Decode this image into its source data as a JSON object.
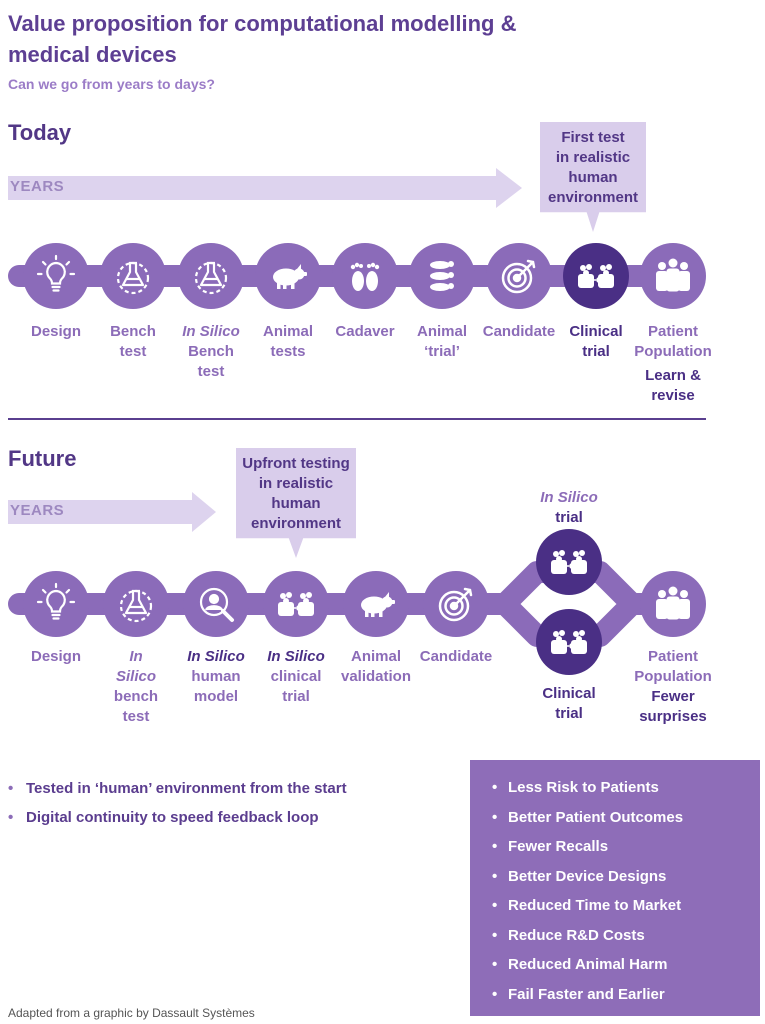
{
  "header": {
    "title": "Value proposition for computational modelling & medical devices",
    "subtitle": "Can we go from years to days?"
  },
  "today": {
    "heading": "Today",
    "years_label": "YEARS",
    "callout": [
      "First test",
      "in realistic",
      "human",
      "environment"
    ],
    "stages": {
      "design": "Design",
      "bench": [
        "Bench",
        "test"
      ],
      "insilico_bench": [
        "In Silico",
        "Bench",
        "test"
      ],
      "animal_tests": [
        "Animal",
        "tests"
      ],
      "cadaver": "Cadaver",
      "animal_trial": [
        "Animal",
        "‘trial’"
      ],
      "candidate": "Candidate",
      "clinical": [
        "Clinical",
        "trial"
      ],
      "patient": [
        "Patient",
        "Population"
      ],
      "patient_note": [
        "Learn &",
        "revise"
      ]
    }
  },
  "future": {
    "heading": "Future",
    "years_label": "YEARS",
    "callout": [
      "Upfront testing",
      "in realistic",
      "human",
      "environment"
    ],
    "stages": {
      "design": "Design",
      "insilico_bench": [
        "In",
        "Silico",
        "bench",
        "test"
      ],
      "insilico_human": [
        "In Silico",
        "human",
        "model"
      ],
      "insilico_clinical": [
        "In Silico",
        "clinical",
        "trial"
      ],
      "animal_validation": [
        "Animal",
        "validation"
      ],
      "candidate": "Candidate",
      "insilico_trial": [
        "In Silico",
        "trial"
      ],
      "clinical": [
        "Clinical",
        "trial"
      ],
      "patient": [
        "Patient",
        "Population"
      ],
      "patient_note": [
        "Fewer",
        "surprises"
      ]
    }
  },
  "bullets": [
    "Tested in ‘human’ environment from the start",
    "Digital continuity to speed feedback loop"
  ],
  "benefits": [
    "Less Risk to Patients",
    "Better Patient Outcomes",
    "Fewer Recalls",
    "Better Device Designs",
    "Reduced Time to Market",
    "Reduce R&D Costs",
    "Reduced Animal Harm",
    "Fail Faster and Earlier"
  ],
  "credit": "Adapted from a graphic by Dassault Systèmes",
  "colors": {
    "track": "#8b6bb9",
    "dark_node": "#4a2f85",
    "callout": "#d9cdeb",
    "years_arrow": "#ddd3ee",
    "benefits_bg": "#8e6db8"
  },
  "icons": {
    "design": "lightbulb-icon",
    "bench": "flask-gear-icon",
    "insilico_bench": "flask-gear-icon",
    "animal_tests": "pig-icon",
    "cadaver": "footprints-icon",
    "animal_trial": "pigs-stack-icon",
    "candidate": "target-icon",
    "clinical": "people-exchange-icon",
    "patient": "crowd-icon",
    "human_model": "human-model-icon"
  }
}
